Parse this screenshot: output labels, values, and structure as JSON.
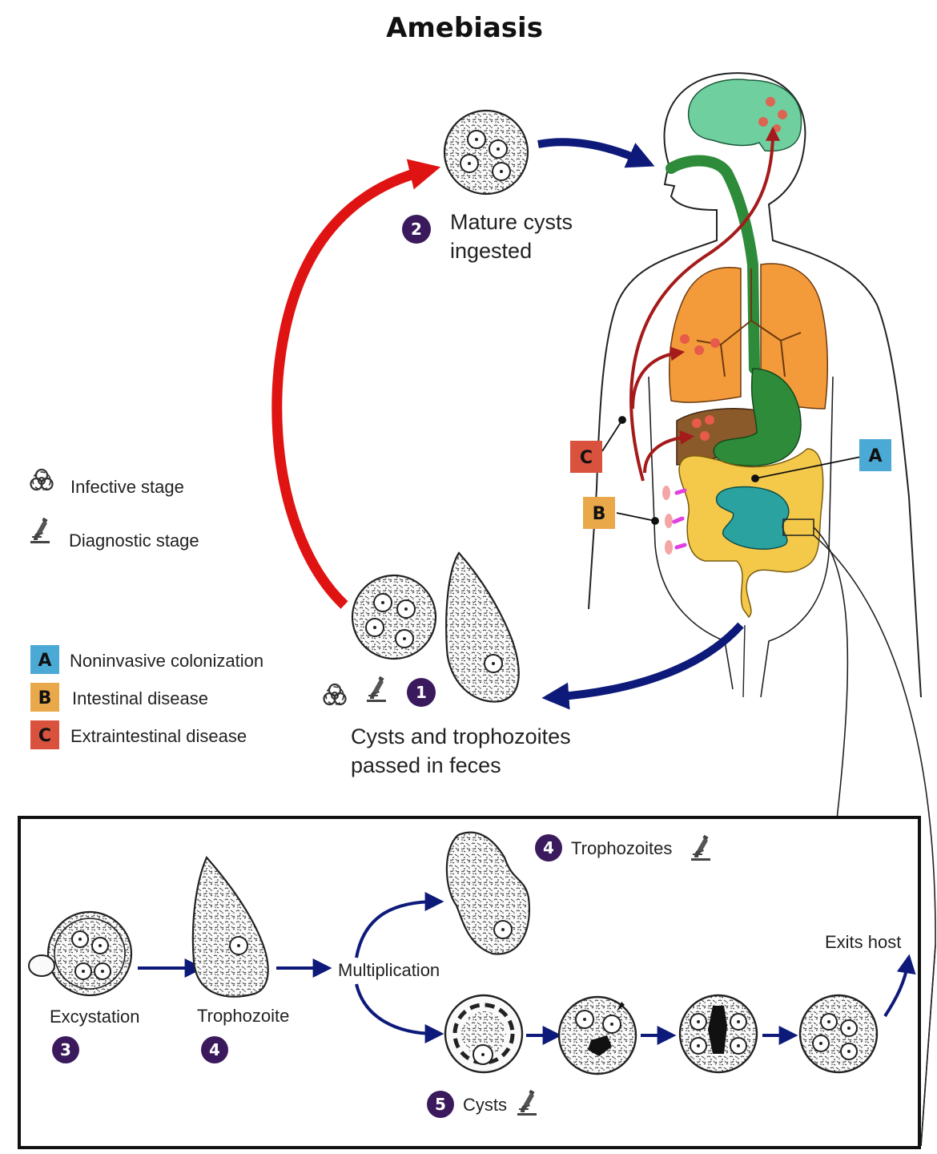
{
  "title": "Amebiasis",
  "stages": {
    "s1": {
      "number": "1",
      "text_line1": "Cysts and trophozoites",
      "text_line2": "passed in feces"
    },
    "s2": {
      "number": "2",
      "text_line1": "Mature cysts",
      "text_line2": "ingested"
    },
    "s3": {
      "number": "3",
      "text": "Excystation"
    },
    "s4a": {
      "number": "4",
      "text": "Trophozoite"
    },
    "s4b": {
      "number": "4",
      "text": "Trophozoites"
    },
    "s5": {
      "number": "5",
      "text": "Cysts"
    },
    "multiplication": "Multiplication",
    "exits_host": "Exits host"
  },
  "legend": {
    "infective": "Infective stage",
    "diagnostic": "Diagnostic stage",
    "items": [
      {
        "letter": "A",
        "text": "Noninvasive colonization",
        "color": "#4ba9d6"
      },
      {
        "letter": "B",
        "text": "Intestinal disease",
        "color": "#e9a94a"
      },
      {
        "letter": "C",
        "text": "Extraintestinal disease",
        "color": "#d9523d"
      }
    ]
  },
  "markers": {
    "a": "A",
    "b": "B",
    "c": "C"
  },
  "colors": {
    "ingestion_arrow": "#0d1a7a",
    "infection_arrow": "#e01313",
    "extraintestinal_arrow": "#a51a1a",
    "brain": "#6fcf9f",
    "lungs": "#f39a3a",
    "liver": "#8b5a2b",
    "gi_tract": "#2e8b3a",
    "colon": "#f4c94a",
    "small_intestine": "#2aa3a0",
    "stage_badge": "#3a1a5c"
  },
  "icons": [
    "biohazard-icon",
    "microscope-icon"
  ]
}
